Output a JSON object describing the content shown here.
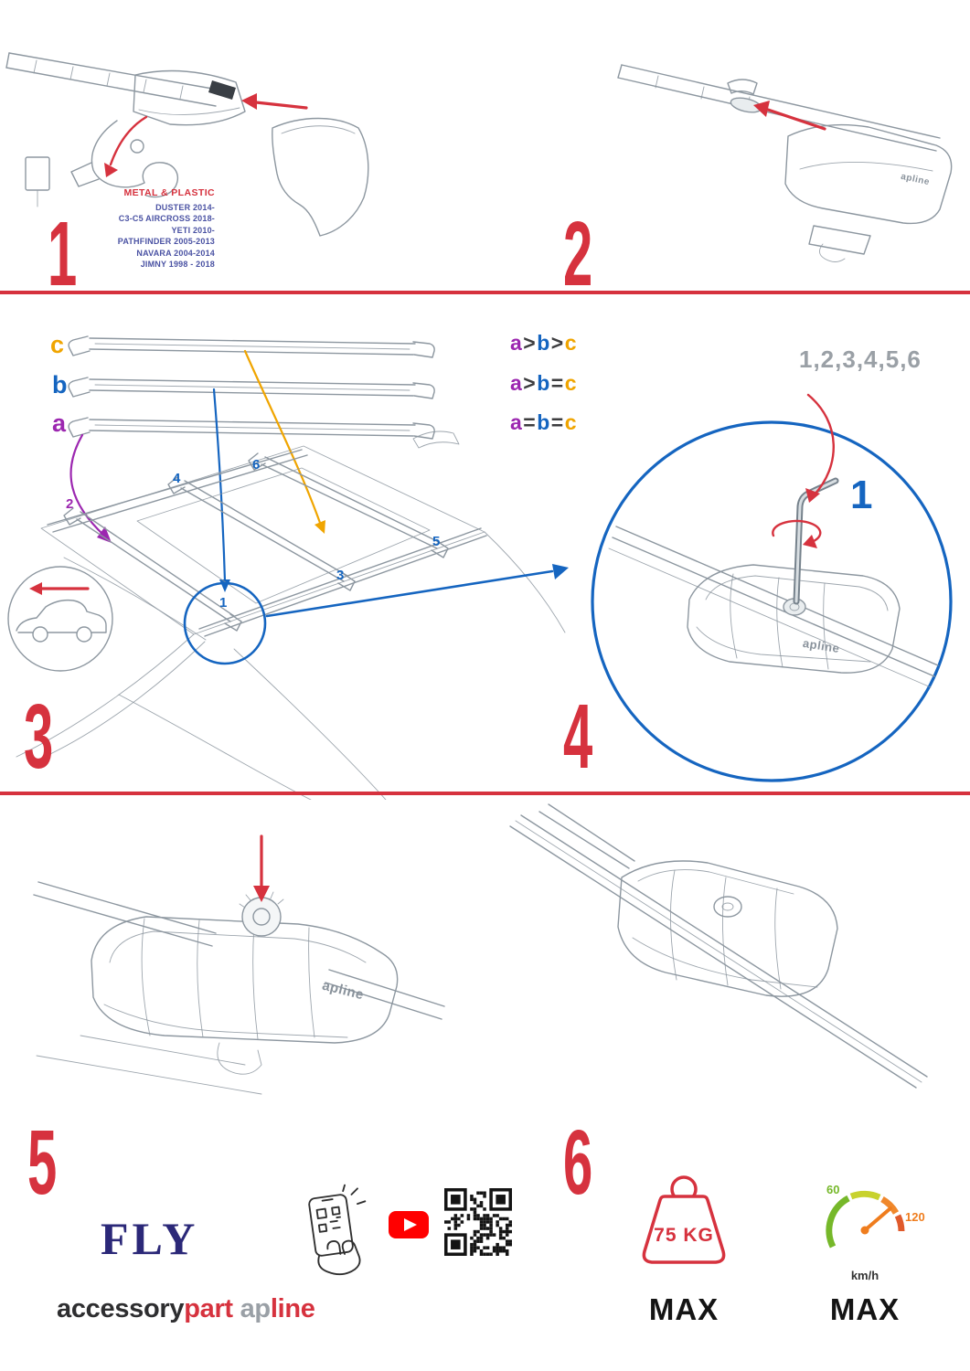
{
  "colors": {
    "red": "#d6323e",
    "blue": "#1565c0",
    "purple": "#9c27b0",
    "orange": "#f0a500",
    "gray": "#9aa0a6",
    "navy": "#2b2878",
    "youtube_red": "#ff0000",
    "green": "#76b82a",
    "line": "#8d97a0"
  },
  "step1": {
    "number": "1",
    "material_label": "METAL & PLASTIC",
    "vehicles": [
      "DUSTER 2014-",
      "C3-C5 AIRCROSS 2018-",
      "YETI 2010-",
      "PATHFINDER 2005-2013",
      "NAVARA 2004-2014",
      "JIMNY 1998 - 2018"
    ]
  },
  "step2": {
    "number": "2",
    "logo": "apline"
  },
  "step3": {
    "number": "3",
    "bar_labels": {
      "c": "c",
      "b": "b",
      "a": "a"
    },
    "comparisons": [
      {
        "l1": "a",
        "o1": ">",
        "l2": "b",
        "o2": ">",
        "l3": "c"
      },
      {
        "l1": "a",
        "o1": ">",
        "l2": "b",
        "o2": "=",
        "l3": "c"
      },
      {
        "l1": "a",
        "o1": "=",
        "l2": "b",
        "o2": "=",
        "l3": "c"
      }
    ],
    "positions": {
      "p1": "1",
      "p2": "2",
      "p3": "3",
      "p4": "4",
      "p5": "5",
      "p6": "6"
    }
  },
  "step4": {
    "number": "4",
    "sequence": "1,2,3,4,5,6",
    "order_number": "1",
    "logo": "apline"
  },
  "step5": {
    "number": "5",
    "logo": "apline"
  },
  "step6": {
    "number": "6",
    "weight_value": "75 KG",
    "weight_max": "MAX",
    "speed_min": "60",
    "speed_max_value": "120",
    "speed_unit": "km/h",
    "speed_max": "MAX"
  },
  "footer": {
    "fly": "FLY",
    "brand": {
      "accessory": "accessory",
      "part": "part",
      "ap": "ap",
      "line": "line"
    }
  }
}
